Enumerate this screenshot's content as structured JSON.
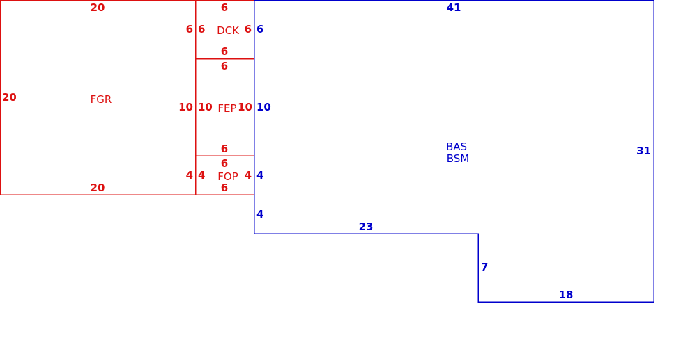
{
  "colors": {
    "red": "#dd1111",
    "blue": "#0000cc",
    "background": "#ffffff"
  },
  "areas": {
    "fgr": {
      "label": "FGR"
    },
    "dck": {
      "label": "DCK"
    },
    "fep": {
      "label": "FEP"
    },
    "fop": {
      "label": "FOP"
    },
    "bas": {
      "label_1": "BAS",
      "label_2": "BSM"
    }
  },
  "dimensions": {
    "fgr_top": "20",
    "fgr_left": "20",
    "fgr_right": "6",
    "fgr_right_mid": "10",
    "fgr_right_low": "4",
    "fgr_bottom": "20",
    "dck_top": "6",
    "dck_left": "6",
    "dck_right": "6",
    "dck_bottom": "6",
    "fep_top": "6",
    "fep_left": "10",
    "fep_right": "10",
    "fep_bottom": "6",
    "fop_top": "6",
    "fop_left": "4",
    "fop_right": "4",
    "fop_bottom": "6",
    "bas_top": "41",
    "bas_right": "31",
    "bas_left_1": "6",
    "bas_left_2": "10",
    "bas_left_3": "4",
    "bas_left_4": "4",
    "bas_step_top": "23",
    "bas_step_side": "7",
    "bas_bottom": "18"
  }
}
